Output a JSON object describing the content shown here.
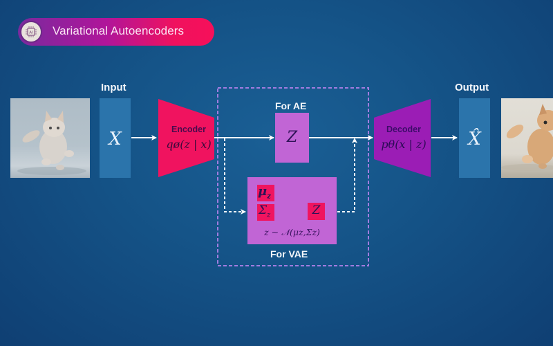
{
  "header": {
    "title": "Variational Autoencoders",
    "logo_text": "AI",
    "logo_icon": "ai-chip-icon"
  },
  "diagram": {
    "input_label": "Input",
    "output_label": "Output",
    "input_symbol": "X",
    "output_symbol": "X̂",
    "input_image": "kitten-photo",
    "output_image": "kitten-photo-reconstructed",
    "encoder": {
      "label": "Encoder",
      "formula": "qø(z | x)",
      "color": "#f0135f"
    },
    "decoder": {
      "label": "Decoder",
      "formula": "pθ(x | z)",
      "color": "#9b1db5"
    },
    "ae_branch": {
      "label": "For AE",
      "latent_symbol": "Z"
    },
    "vae_branch": {
      "label": "For VAE",
      "mu_symbol": "μ",
      "mu_sub": "z",
      "sigma_symbol": "Σ",
      "sigma_sub": "z",
      "latent_symbol": "Z",
      "formula": "z ~ 𝒩(μz,Σz)"
    },
    "colors": {
      "background": "#155488",
      "var_box": "#2b74ab",
      "latent_box": "#c165d5",
      "accent_pink": "#f0145f",
      "dashed_border": "#a27ce0",
      "arrow": "#ffffff"
    }
  }
}
